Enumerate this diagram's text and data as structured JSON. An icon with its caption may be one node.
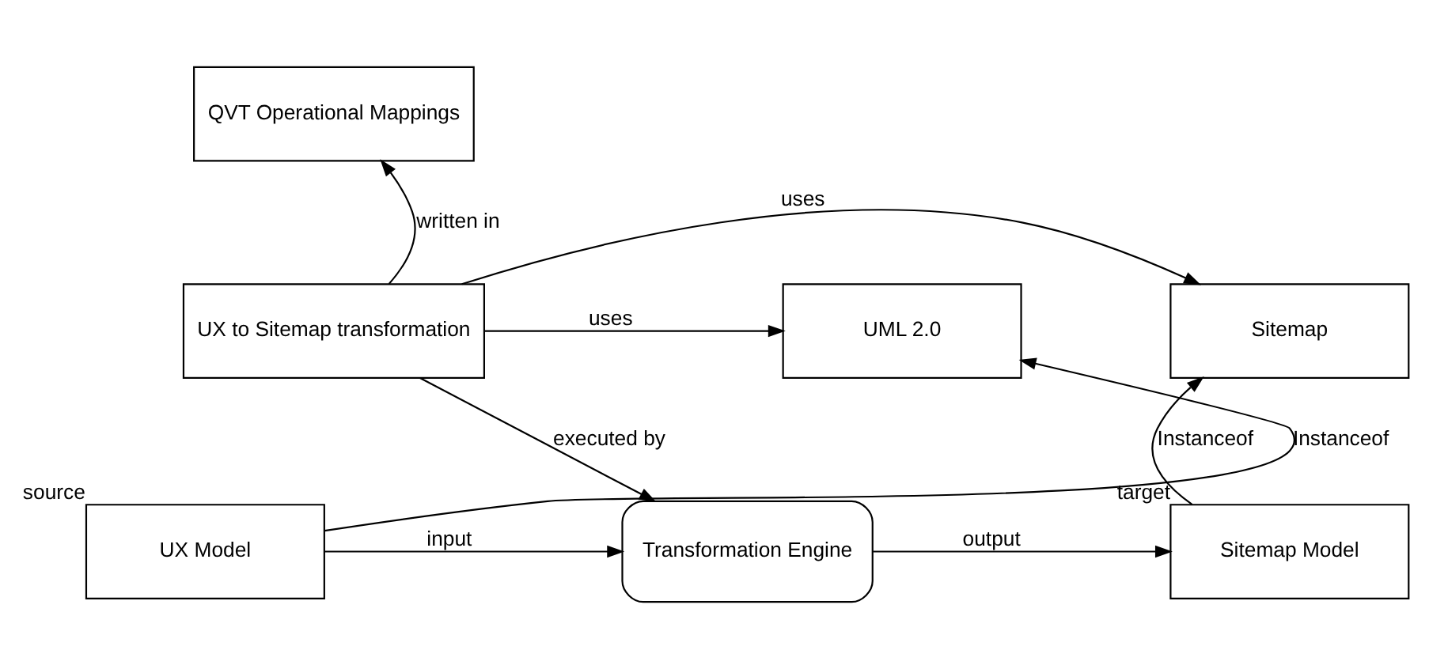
{
  "diagram": {
    "nodes": [
      {
        "text": [
          "QVT Operational Mappings"
        ]
      },
      {
        "text": [
          "UML 2.0"
        ]
      },
      {
        "text": [
          "UX to Sitemap transformation"
        ]
      },
      {
        "text": [
          "Sitemap"
        ]
      },
      {
        "text": [
          "UX Model"
        ],
        "beside": [
          "source"
        ]
      },
      {
        "text": [
          "Transformation Engine"
        ]
      },
      {
        "text": [
          "Sitemap Model"
        ],
        "beside": [
          "target"
        ]
      }
    ],
    "edges": [
      {
        "from": 2,
        "to": 0,
        "arrow": "to",
        "label": "written in"
      },
      {
        "from": 2,
        "to": 1,
        "arrow": "to",
        "label": "uses"
      },
      {
        "from": 2,
        "to": 3,
        "arrow": "to",
        "label": "uses"
      },
      {
        "from": 4,
        "to": 1,
        "arrow": "to",
        "label": "Instanceof"
      },
      {
        "from": 6,
        "to": 3,
        "arrow": "to",
        "label": "Instanceof"
      },
      {
        "from": 2,
        "to": 5,
        "arrow": "to",
        "label": "executed by"
      },
      {
        "from": 4,
        "to": 5,
        "arrow": "to",
        "label": "input"
      },
      {
        "from": 5,
        "to": 6,
        "arrow": "to",
        "label": "output"
      }
    ]
  }
}
